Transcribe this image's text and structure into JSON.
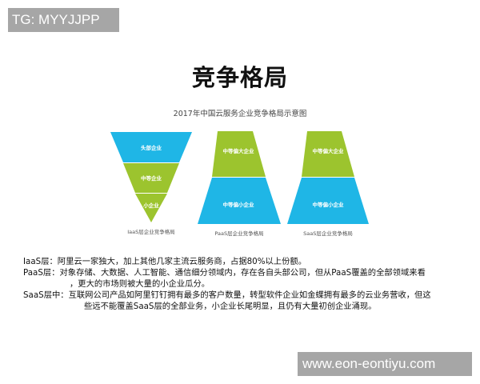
{
  "watermark_top": "TG: MYYJJPP",
  "watermark_bottom": "www.eon-eontiyu.com",
  "title": "竞争格局",
  "subtitle": "2017年中国云服务企业竞争格局示意图",
  "colors": {
    "blue": "#1fb6e6",
    "green": "#9cc42e"
  },
  "diagrams": {
    "iaas": {
      "segments": [
        "头部企业",
        "中等企业",
        "小企业"
      ],
      "caption": "IaaS层企业竞争格局"
    },
    "paas": {
      "segments": [
        "中等偏大企业",
        "中等偏小企业"
      ],
      "caption": "PaaS层企业竞争格局"
    },
    "saas": {
      "segments": [
        "中等偏大企业",
        "中等偏小企业"
      ],
      "caption": "SaaS层企业竞争格局"
    }
  },
  "description": {
    "iaas_label": "IaaS层：",
    "iaas_text": "阿里云一家独大，加上其他几家主流云服务商，占据80%以上份额。",
    "paas_label": "PaaS层：",
    "paas_text_1": "对象存储、大数据、人工智能、通信细分领域内，存在各自头部公司，但从PaaS覆盖的全部领域来看",
    "paas_text_2": "，更大的市场则被大量的小企业瓜分。",
    "saas_label": "SaaS层中：",
    "saas_text_1": "互联网公司产品如阿里钉钉拥有最多的客户数量，转型软件企业如金蝶拥有最多的云业务营收，但这",
    "saas_text_2": "些远不能覆盖SaaS层的全部业务，小企业长尾明显，且仍有大量初创企业涌现。"
  }
}
